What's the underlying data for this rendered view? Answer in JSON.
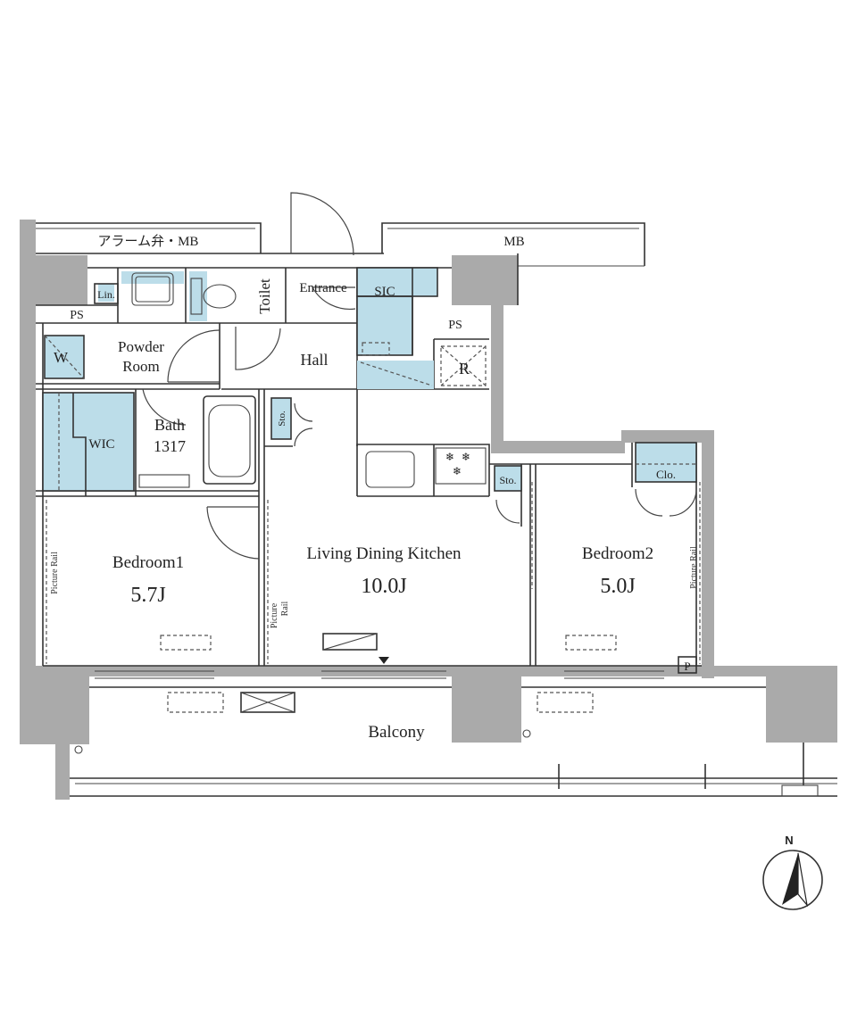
{
  "plan": {
    "labels": {
      "alarm_mb": "アラーム弁・MB",
      "mb": "MB",
      "ps_left": "PS",
      "ps_right": "PS",
      "lin": "Lin.",
      "w": "W",
      "powder1": "Powder",
      "powder2": "Room",
      "toilet": "Toilet",
      "entrance": "Entrance",
      "sic": "SIC",
      "hall": "Hall",
      "r": "R",
      "bath1": "Bath",
      "bath2": "1317",
      "sto_hall": "Sto.",
      "sto_ldk": "Sto.",
      "wic": "WIC",
      "clo": "Clo.",
      "bedroom1": "Bedroom1",
      "bedroom1_size": "5.7J",
      "ldk": "Living Dining Kitchen",
      "ldk_size": "10.0J",
      "bedroom2": "Bedroom2",
      "bedroom2_size": "5.0J",
      "picture_rail": "Picture Rail",
      "picture_rail_ldk1": "Picture",
      "picture_rail_ldk2": "Rail",
      "p": "P",
      "balcony": "Balcony",
      "north": "N"
    },
    "colors": {
      "wall": "#aaaaaa",
      "line": "#333333",
      "storage": "#bcdde9"
    }
  }
}
